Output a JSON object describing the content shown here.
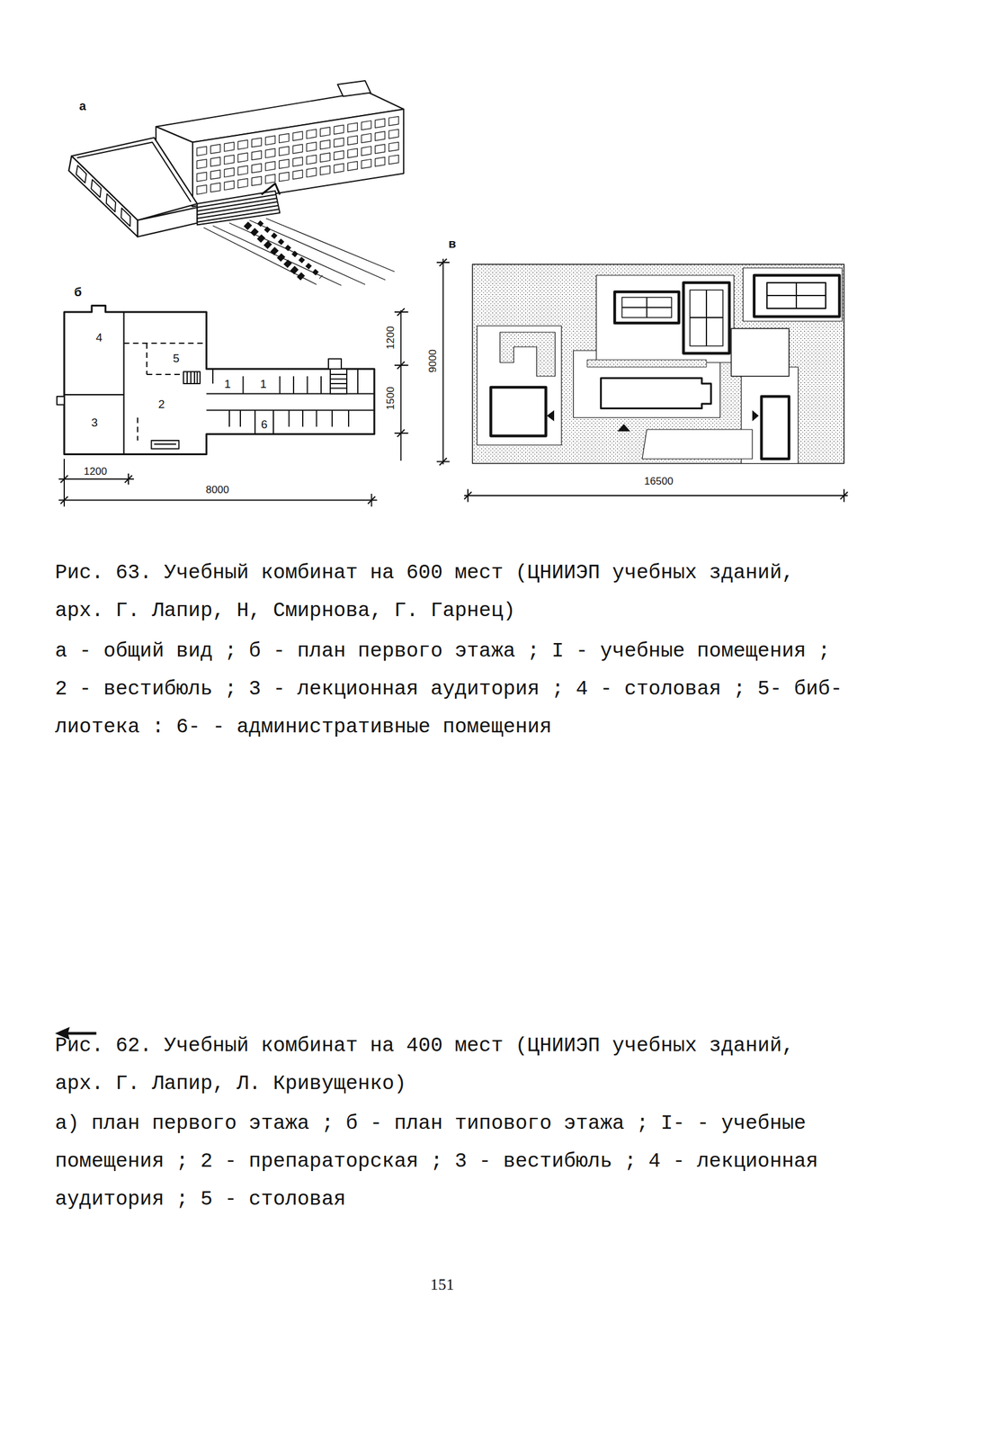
{
  "diagram": {
    "caption": "Рис. 63. Учебный комбинат на 600 мест (ЦНИИЭП учебных зданий, арх. Г. Лапир, Н, Смирнова, Г. Гарнец)",
    "labels": [
      "а",
      "б",
      "4",
      "5",
      "1",
      "1",
      "3",
      "2",
      "6",
      "1200",
      "1500",
      "1200",
      "8000",
      "в",
      "9000",
      "16500",
      "а - общий вид ; б - план первого этажа ; I - учебные помещения ; 2 - вестибюль ; 3 - лекционная аудитория ; 4 - столовая ; 5- биб- лиотека : 6- - административные помещения",
      "Рис. 62. Учебный комбинат на 400 мест (ЦНИИЭП учебных зданий, арх. Г. Лапир, Л. Кривущенко)",
      "а) план первого этажа ; б - план типового этажа ; I- - учебные помещения ; 2 - препараторская ; 3 - вестибюль ; 4 - лекционная аудитория ; 5 - столовая",
      "151"
    ]
  }
}
